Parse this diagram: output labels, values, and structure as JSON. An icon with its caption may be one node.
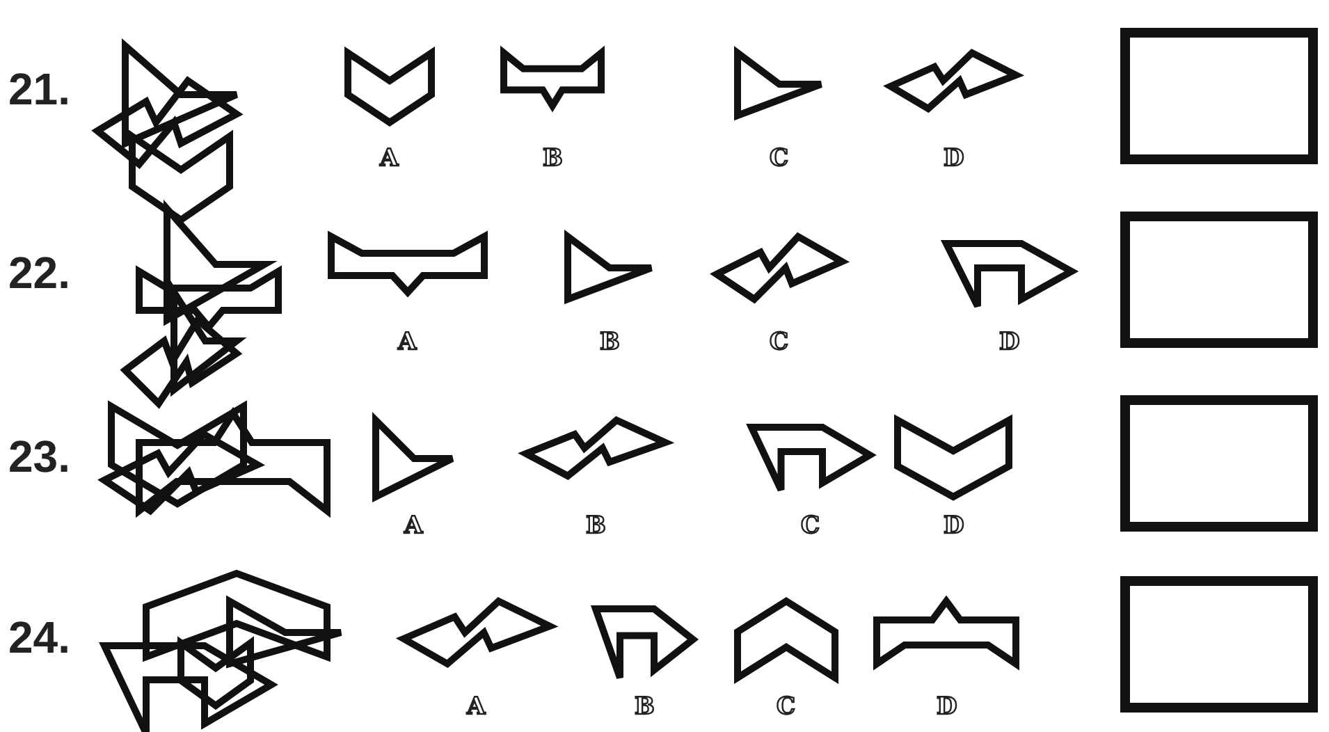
{
  "diagram": {
    "labels": [
      "21.",
      "A",
      "B",
      "C",
      "D",
      "22.",
      "A",
      "B",
      "C",
      "D",
      "23.",
      "A",
      "B",
      "C",
      "D",
      "24.",
      "A",
      "B",
      "C",
      "D"
    ]
  }
}
